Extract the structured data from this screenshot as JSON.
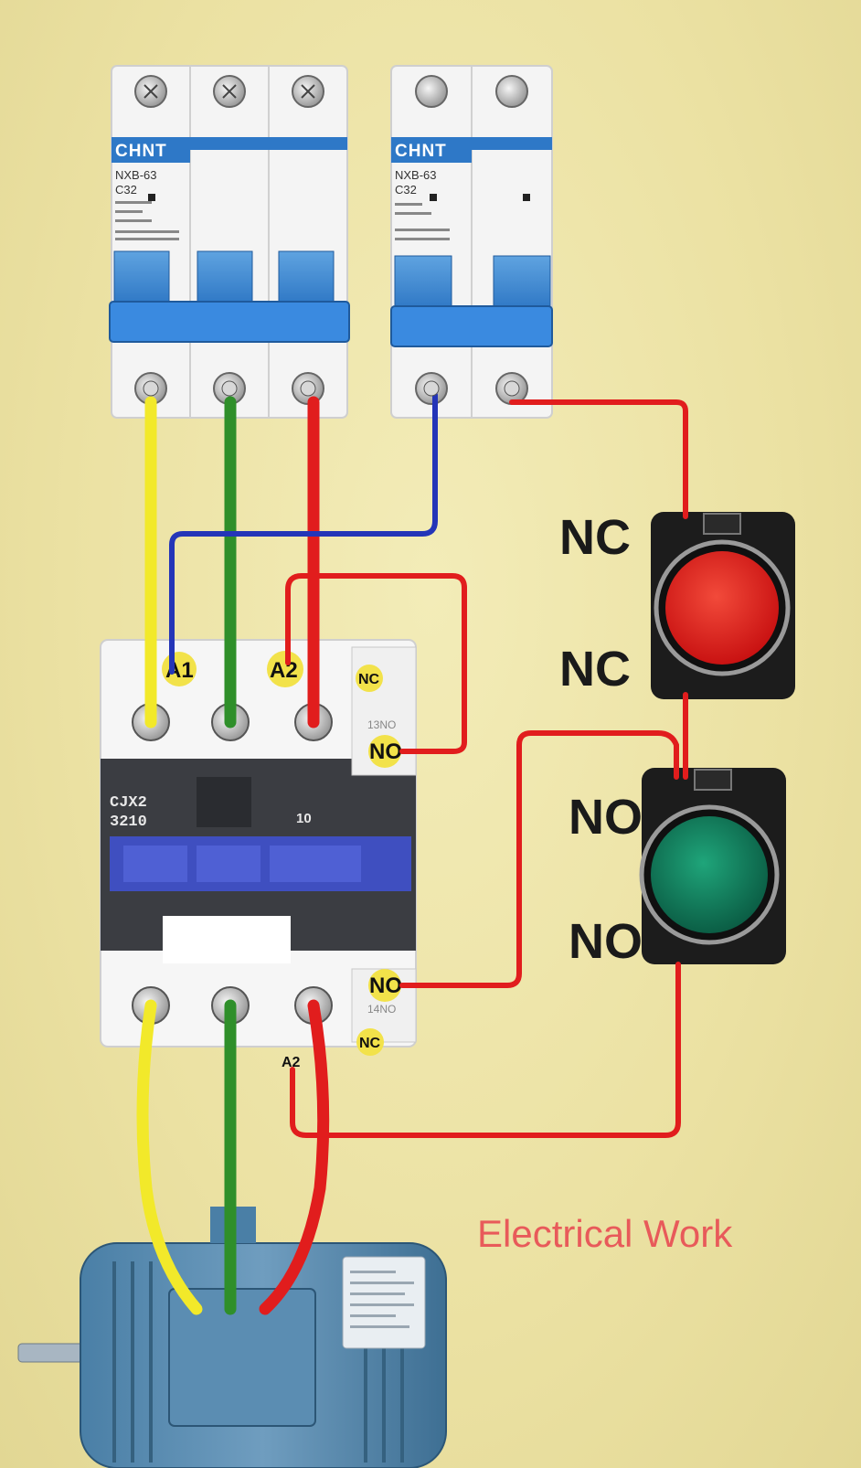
{
  "breaker_3p": {
    "brand": "CHNT",
    "model": "NXB-63",
    "rating": "C32"
  },
  "breaker_2p": {
    "brand": "CHNT",
    "model": "NXB-63",
    "rating": "C32"
  },
  "contactor": {
    "model_line1": "CJX2",
    "model_line2": "3210",
    "aux_number": "10",
    "coil_terminal_1": "A1",
    "coil_terminal_2": "A2",
    "coil_terminal_2_bottom": "A2",
    "aux_top_nc": "NC",
    "aux_top_no": "NO",
    "aux_top_code": "13NO",
    "aux_bottom_no": "NO",
    "aux_bottom_code": "14NO",
    "aux_bottom_nc": "NC"
  },
  "stop_button": {
    "label_top": "NC",
    "label_bottom": "NC",
    "color": "#e01e1e"
  },
  "start_button": {
    "label_top": "NO",
    "label_bottom": "NO",
    "color": "#0f7a5c"
  },
  "wire_colors": {
    "yellow": "#f2e92a",
    "green": "#2f8f2a",
    "red": "#e11d1d",
    "blue": "#2435b8"
  },
  "watermark": "Electrical Work"
}
